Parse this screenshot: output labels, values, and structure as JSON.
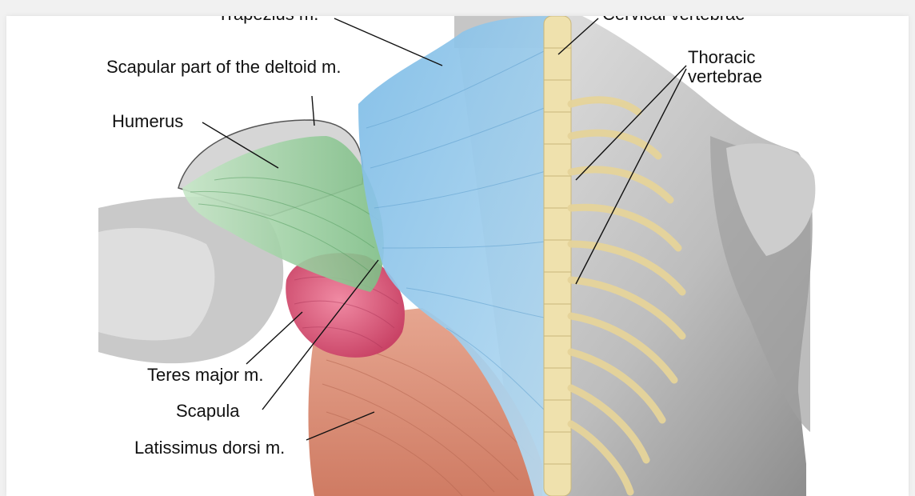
{
  "labels": {
    "trapezius": "Trapezius m.",
    "cervical": "Cervical vertebrae",
    "scapular_deltoid": "Scapular part of the deltoid m.",
    "thoracic_line1": "Thoracic",
    "thoracic_line2": "vertebrae",
    "humerus": "Humerus",
    "teres_major": "Teres major m.",
    "scapula": "Scapula",
    "latissimus": "Latissimus dorsi m."
  },
  "colors": {
    "trapezius": "#8fc6ea",
    "deltoid": "#9fd1a4",
    "teres_major": "#e0607f",
    "latissimus": "#dc937a",
    "bone": "#efe1ad",
    "skin": "#cfcfcf"
  }
}
